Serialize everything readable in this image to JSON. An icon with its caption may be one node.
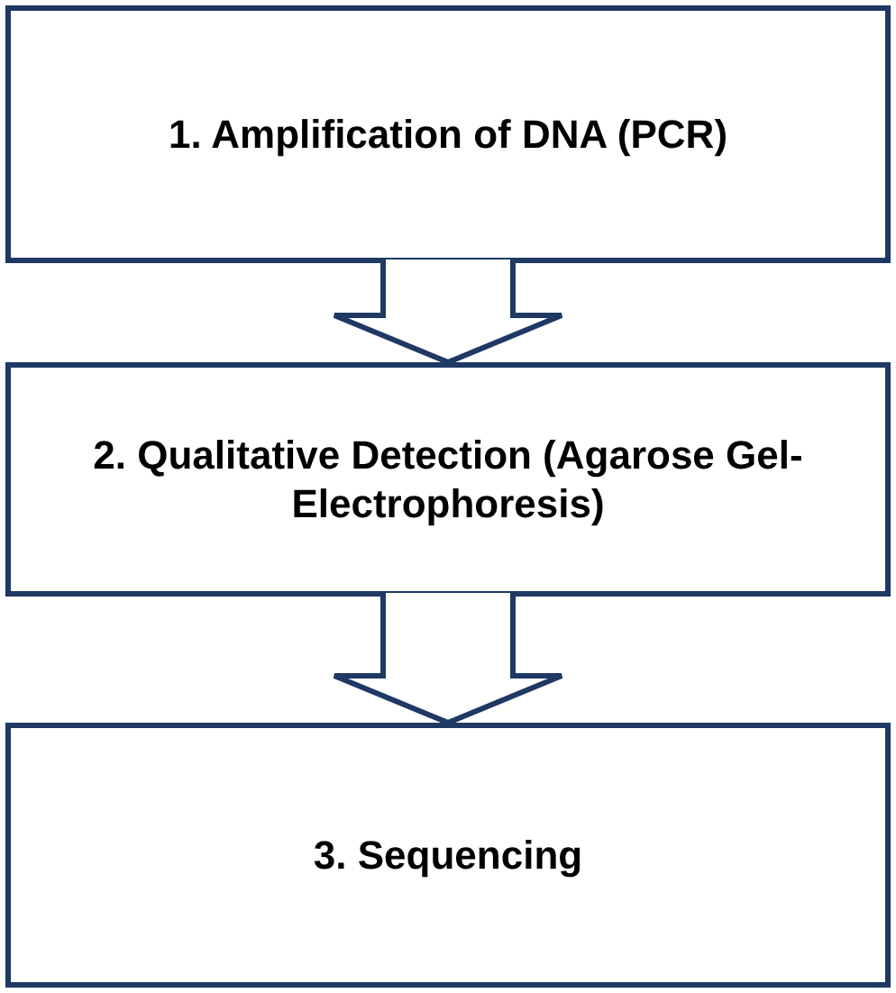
{
  "diagram": {
    "nodes": [
      {
        "text": [
          "1. Amplification of DNA (PCR)"
        ]
      },
      {
        "text": [
          "2. Qualitative Detection (Agarose Gel-Electrophoresis)"
        ]
      },
      {
        "text": [
          "3. Sequencing"
        ]
      }
    ],
    "edges": [
      {
        "from": 0,
        "to": 1,
        "arrow": "to"
      },
      {
        "from": 1,
        "to": 2,
        "arrow": "to"
      }
    ]
  }
}
